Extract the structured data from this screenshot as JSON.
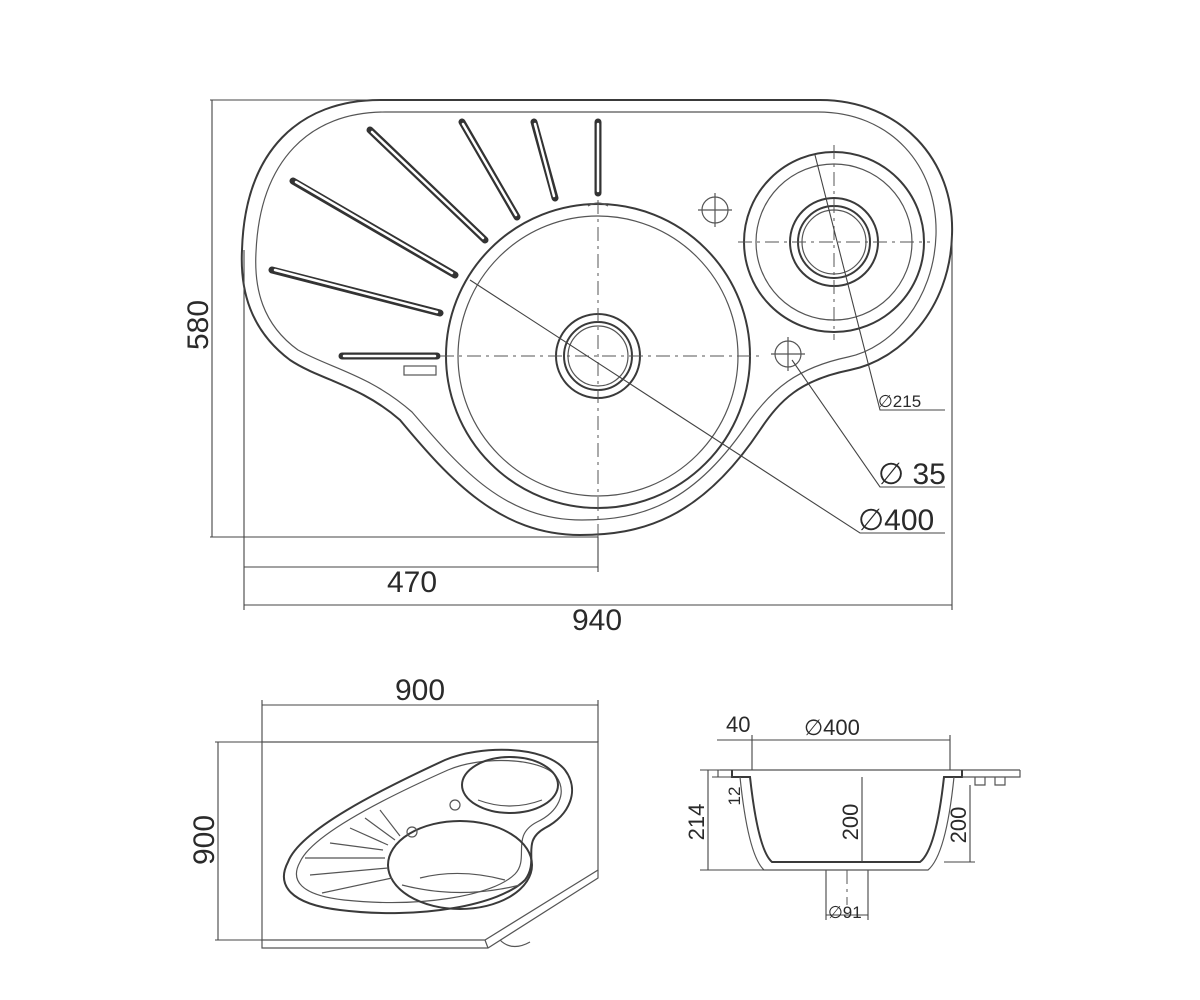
{
  "top_view": {
    "height_label": "580",
    "half_width_label": "470",
    "width_label": "940",
    "callouts": {
      "strainer": "∅215",
      "tap_hole": "∅ 35",
      "bowl": "∅400"
    }
  },
  "corner_view": {
    "width_label": "900",
    "depth_label": "900"
  },
  "section_view": {
    "rim_label": "40",
    "bowl_label": "∅400",
    "lip_label": "12",
    "total_depth_label": "214",
    "bowl_depth_label": "200",
    "right_depth_label": "200",
    "drain_label": "∅91"
  },
  "colors": {
    "line": "#3a3a3a",
    "background": "#ffffff"
  }
}
